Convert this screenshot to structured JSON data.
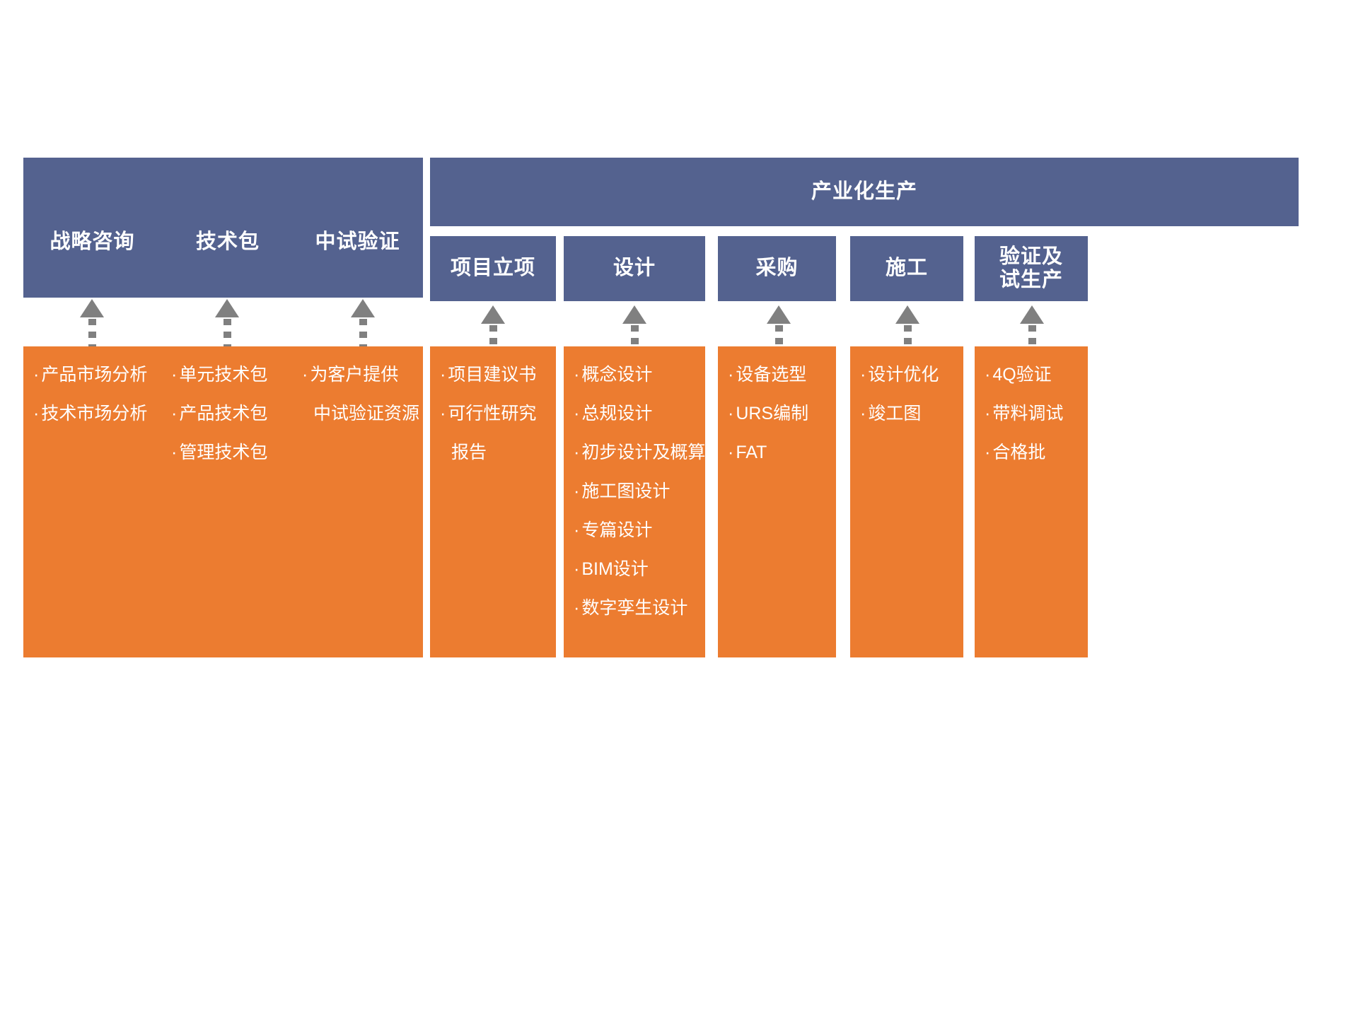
{
  "diagram": {
    "title": "产业化生产流程图",
    "colors": {
      "blue": "#54628f",
      "orange": "#ec7c30",
      "arrow_gray": "#808080",
      "text": "#ffffff",
      "background": "#ffffff"
    },
    "banner": {
      "label": "产业化生产"
    },
    "top_stages": [
      {
        "label": "战略咨询"
      },
      {
        "label": "技术包"
      },
      {
        "label": "中试验证"
      }
    ],
    "sub_stages": [
      {
        "label_line1": "项目立项",
        "label_line2": ""
      },
      {
        "label_line1": "设计",
        "label_line2": ""
      },
      {
        "label_line1": "采购",
        "label_line2": ""
      },
      {
        "label_line1": "施工",
        "label_line2": ""
      },
      {
        "label_line1": "验证及",
        "label_line2": "试生产"
      }
    ],
    "columns": [
      {
        "stage": "战略咨询",
        "items": [
          {
            "bullet": "·",
            "text": "产品市场分析",
            "continuation": false
          },
          {
            "bullet": "·",
            "text": "技术市场分析",
            "continuation": false
          }
        ]
      },
      {
        "stage": "技术包",
        "items": [
          {
            "bullet": "·",
            "text": "单元技术包",
            "continuation": false
          },
          {
            "bullet": "·",
            "text": "产品技术包",
            "continuation": false
          },
          {
            "bullet": "·",
            "text": "管理技术包",
            "continuation": false
          }
        ]
      },
      {
        "stage": "中试验证",
        "items": [
          {
            "bullet": "·",
            "text": "为客户提供",
            "continuation": false
          },
          {
            "bullet": "",
            "text": "中试验证资源",
            "continuation": true
          }
        ]
      },
      {
        "stage": "项目立项",
        "items": [
          {
            "bullet": "·",
            "text": "项目建议书",
            "continuation": false
          },
          {
            "bullet": "·",
            "text": "可行性研究",
            "continuation": false
          },
          {
            "bullet": "",
            "text": "报告",
            "continuation": true
          }
        ]
      },
      {
        "stage": "设计",
        "items": [
          {
            "bullet": "·",
            "text": "概念设计",
            "continuation": false
          },
          {
            "bullet": "·",
            "text": "总规设计",
            "continuation": false
          },
          {
            "bullet": "·",
            "text": "初步设计及概算",
            "continuation": false
          },
          {
            "bullet": "·",
            "text": "施工图设计",
            "continuation": false
          },
          {
            "bullet": "·",
            "text": "专篇设计",
            "continuation": false
          },
          {
            "bullet": "·",
            "text": "BIM设计",
            "continuation": false
          },
          {
            "bullet": "·",
            "text": "数字孪生设计",
            "continuation": false
          }
        ]
      },
      {
        "stage": "采购",
        "items": [
          {
            "bullet": "·",
            "text": "设备选型",
            "continuation": false
          },
          {
            "bullet": "·",
            "text": "URS编制",
            "continuation": false
          },
          {
            "bullet": "·",
            "text": "FAT",
            "continuation": false
          }
        ]
      },
      {
        "stage": "施工",
        "items": [
          {
            "bullet": "·",
            "text": "设计优化",
            "continuation": false
          },
          {
            "bullet": "·",
            "text": "竣工图",
            "continuation": false
          }
        ]
      },
      {
        "stage": "验证及试生产",
        "items": [
          {
            "bullet": "·",
            "text": "4Q验证",
            "continuation": false
          },
          {
            "bullet": "·",
            "text": "带料调试",
            "continuation": false
          },
          {
            "bullet": "·",
            "text": "合格批",
            "continuation": false
          }
        ]
      }
    ]
  }
}
